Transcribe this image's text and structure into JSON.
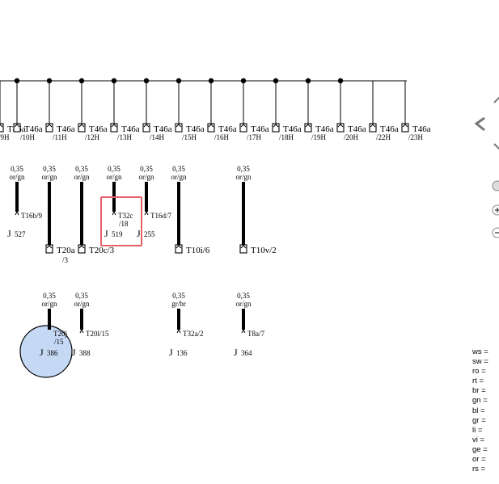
{
  "drops": [
    {
      "conn": "T46a",
      "pin": "/9H",
      "cut": true
    },
    {
      "conn": "T46a",
      "pin": "/10H",
      "wire": {
        "gauge": "0,35",
        "color": "or/gn"
      },
      "end": "T16b/9",
      "ground": "J",
      "groundNum": "527"
    },
    {
      "conn": "T46a",
      "pin": "/11H",
      "wire": {
        "gauge": "0,35",
        "color": "or/gn"
      },
      "mid": {
        "conn": "T20a",
        "pin": "/3"
      },
      "wire2": {
        "gauge": "0,35",
        "color": "or/gn"
      },
      "end": "T20j",
      "endPin": "/15",
      "ground": "J",
      "groundNum": "386",
      "highlight": true
    },
    {
      "conn": "T46a",
      "pin": "/12H",
      "wire": {
        "gauge": "0,35",
        "color": "or/gn"
      },
      "mid": {
        "conn": "T20c/3",
        "pin": ""
      },
      "wire2": {
        "gauge": "0,35",
        "color": "or/gn"
      },
      "end": "T20l/15",
      "ground": "J",
      "groundNum": "388"
    },
    {
      "conn": "T46a",
      "pin": "/13H",
      "wire": {
        "gauge": "0,35",
        "color": "or/gn"
      },
      "end": "T32c",
      "endPin": "/18",
      "ground": "J",
      "groundNum": "519"
    },
    {
      "conn": "T46a",
      "pin": "/14H",
      "wire": {
        "gauge": "0,35",
        "color": "or/gn"
      },
      "end": "T16d/7",
      "ground": "J",
      "groundNum": "255"
    },
    {
      "conn": "T46a",
      "pin": "/15H",
      "wire": {
        "gauge": "0,35",
        "color": "or/gn"
      },
      "mid": {
        "conn": "T10i/6",
        "pin": ""
      },
      "wire2": {
        "gauge": "0,35",
        "color": "gr/br"
      },
      "end": "T32a/2",
      "ground": "J",
      "groundNum": "136"
    },
    {
      "conn": "T46a",
      "pin": "/16H"
    },
    {
      "conn": "T46a",
      "pin": "/17H",
      "wire": {
        "gauge": "0,35",
        "color": "or/gn"
      },
      "mid": {
        "conn": "T10v/2",
        "pin": ""
      },
      "wire2": {
        "gauge": "0,35",
        "color": "or/gn"
      },
      "end": "T8a/7",
      "ground": "J",
      "groundNum": "364"
    },
    {
      "conn": "T46a",
      "pin": "/18H"
    },
    {
      "conn": "T46a",
      "pin": "/19H"
    },
    {
      "conn": "T46a",
      "pin": "/20H"
    },
    {
      "conn": "T46a",
      "pin": "/22H"
    },
    {
      "conn": "T46a",
      "pin": "/23H"
    }
  ],
  "legend": [
    "ws = ",
    "sw = ",
    "ro = ",
    "rt = ",
    "br = ",
    "gn = ",
    "bl = ",
    "gr = ",
    "li = ",
    "vi = ",
    "ge = ",
    "or = ",
    "rs = "
  ]
}
